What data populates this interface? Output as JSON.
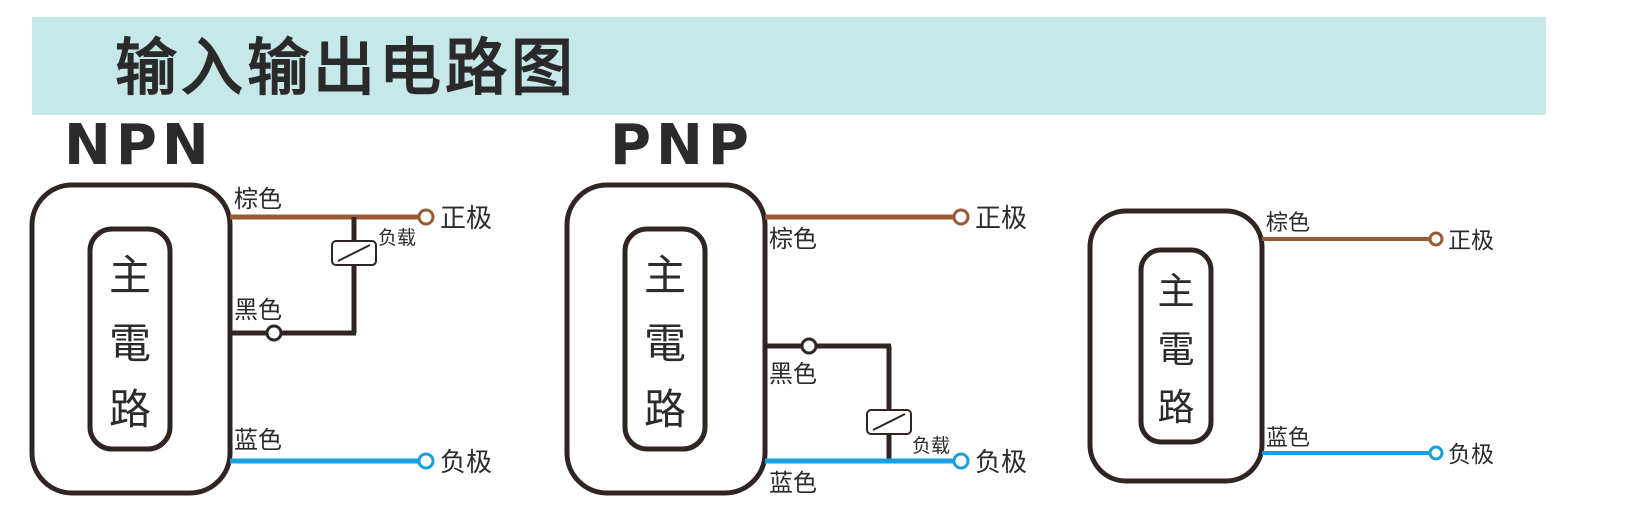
{
  "title": "输入输出电路图",
  "colors": {
    "banner": "#c7e8e9",
    "outline": "#2f2623",
    "brown_wire": "#9a5a36",
    "black_wire": "#2f2623",
    "blue_wire": "#1aa0dc"
  },
  "npn": {
    "type": "NPN",
    "core": [
      "主",
      "電",
      "路"
    ],
    "brown_label": "棕色",
    "black_label": "黑色",
    "blue_label": "蓝色",
    "positive": "正极",
    "negative": "负极",
    "load": "负载"
  },
  "pnp": {
    "type": "PNP",
    "core": [
      "主",
      "電",
      "路"
    ],
    "brown_label": "棕色",
    "black_label": "黑色",
    "blue_label": "蓝色",
    "positive": "正极",
    "negative": "负极",
    "load": "负载"
  },
  "two_wire": {
    "core": [
      "主",
      "電",
      "路"
    ],
    "brown_label": "棕色",
    "blue_label": "蓝色",
    "positive": "正极",
    "negative": "负极"
  }
}
